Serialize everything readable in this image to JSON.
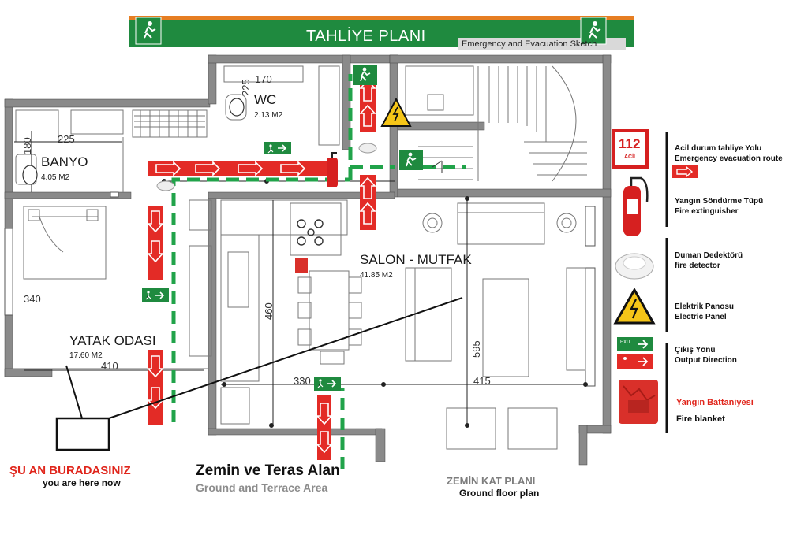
{
  "header": {
    "title": "TAHLİYE PLANI",
    "subtitle": "Emergency and Evacuation Sketch",
    "colors": {
      "bar": "#1f8a3f",
      "accent": "#e67e22"
    }
  },
  "rooms": {
    "wc": {
      "name": "WC",
      "area": "2.13 M2"
    },
    "banyo": {
      "name": "BANYO",
      "area": "4.05 M2"
    },
    "salon": {
      "name": "SALON - MUTFAK",
      "area": "41.85 M2"
    },
    "yatak": {
      "name": "YATAK ODASI",
      "area": "17.60 M2"
    }
  },
  "dimensions": {
    "d170": "170",
    "d225a": "225",
    "d225b": "225",
    "d180": "180",
    "d340": "340",
    "d410": "410",
    "d460": "460",
    "d330": "330",
    "d415": "415",
    "d595": "595"
  },
  "here": {
    "title": "ŞU AN BURADASINIZ",
    "subtitle": "you are here now"
  },
  "area_label": {
    "title": "Zemin ve Teras Alan",
    "subtitle": "Ground and Terrace Area"
  },
  "floor_plan": {
    "title": "ZEMİN KAT PLANI",
    "subtitle": "Ground floor plan"
  },
  "legend": {
    "emergency_number": "112",
    "emergency_small": "ACİL",
    "route": "Acil durum tahliye Yolu\nEmergency evacuation route",
    "extinguisher": "Yangın Söndürme Tüpü\nFire extinguisher",
    "detector": "Duman Dedektörü\nfire detector",
    "panel": "Elektrik Panosu\nElectric Panel",
    "output": "Çıkış Yönü\nOutput Direction",
    "blanket_title": "Yangın Battaniyesi",
    "blanket_sub": "Fire blanket",
    "exit_small": "EXIT"
  },
  "colors": {
    "route_red": "#e32b26",
    "route_green": "#21a34a",
    "wall": "#555555"
  }
}
